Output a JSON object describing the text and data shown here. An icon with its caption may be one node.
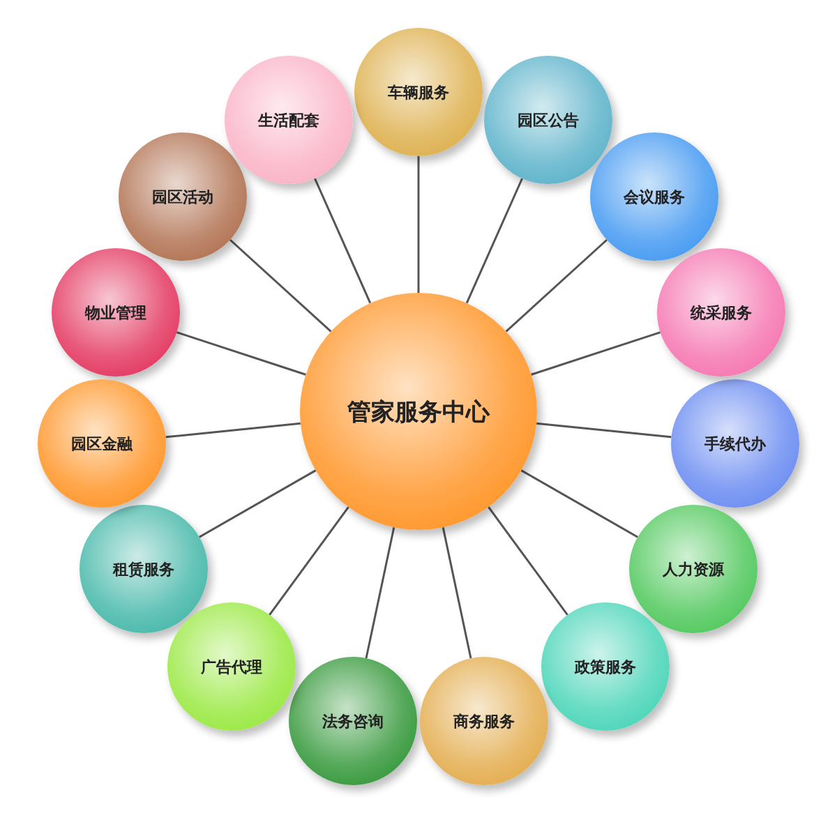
{
  "diagram": {
    "nodes": [
      {
        "text": [
          "管家服务中心"
        ]
      },
      {
        "text": [
          "车辆服务"
        ]
      },
      {
        "text": [
          "园区公告"
        ]
      },
      {
        "text": [
          "会议服务"
        ]
      },
      {
        "text": [
          "统采服务"
        ]
      },
      {
        "text": [
          "手续代办"
        ]
      },
      {
        "text": [
          "人力资源"
        ]
      },
      {
        "text": [
          "政策服务"
        ]
      },
      {
        "text": [
          "商务服务"
        ]
      },
      {
        "text": [
          "法务咨询"
        ]
      },
      {
        "text": [
          "广告代理"
        ]
      },
      {
        "text": [
          "租赁服务"
        ]
      },
      {
        "text": [
          "园区金融"
        ]
      },
      {
        "text": [
          "物业管理"
        ]
      },
      {
        "text": [
          "园区活动"
        ]
      },
      {
        "text": [
          "生活配套"
        ]
      }
    ],
    "edges": [
      {
        "from": 0,
        "to": 1,
        "arrow": "none"
      },
      {
        "from": 0,
        "to": 2,
        "arrow": "none"
      },
      {
        "from": 0,
        "to": 3,
        "arrow": "none"
      },
      {
        "from": 0,
        "to": 4,
        "arrow": "none"
      },
      {
        "from": 0,
        "to": 5,
        "arrow": "none"
      },
      {
        "from": 0,
        "to": 6,
        "arrow": "none"
      },
      {
        "from": 0,
        "to": 7,
        "arrow": "none"
      },
      {
        "from": 0,
        "to": 8,
        "arrow": "none"
      },
      {
        "from": 0,
        "to": 9,
        "arrow": "none"
      },
      {
        "from": 0,
        "to": 10,
        "arrow": "none"
      },
      {
        "from": 0,
        "to": 11,
        "arrow": "none"
      },
      {
        "from": 0,
        "to": 12,
        "arrow": "none"
      },
      {
        "from": 0,
        "to": 13,
        "arrow": "none"
      },
      {
        "from": 0,
        "to": 14,
        "arrow": "none"
      },
      {
        "from": 0,
        "to": 15,
        "arrow": "none"
      }
    ]
  }
}
